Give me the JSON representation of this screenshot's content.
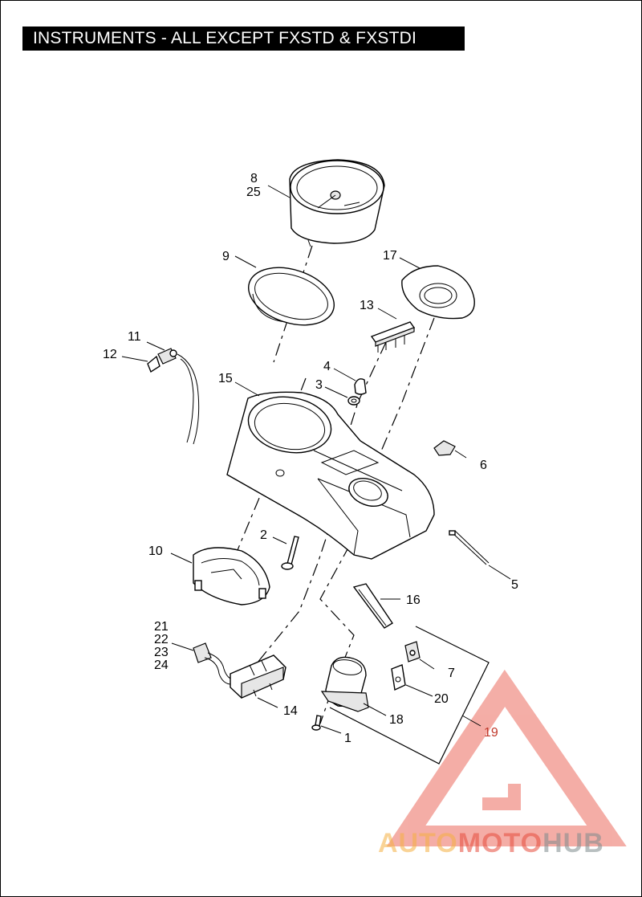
{
  "title": "INSTRUMENTS - ALL EXCEPT FXSTD & FXSTDI",
  "callouts": {
    "c1": "1",
    "c2": "2",
    "c3": "3",
    "c4": "4",
    "c5": "5",
    "c6": "6",
    "c7": "7",
    "c8": "8",
    "c25": "25",
    "c9": "9",
    "c10": "10",
    "c11": "11",
    "c12": "12",
    "c13": "13",
    "c14": "14",
    "c15": "15",
    "c16": "16",
    "c17": "17",
    "c18": "18",
    "c19": "19",
    "c20": "20",
    "c21": "21",
    "c22": "22",
    "c23": "23",
    "c24": "24"
  },
  "watermark": {
    "part1": "AUTO",
    "part2": "MOTO",
    "part3": "HUB",
    "color1": "#f5b041",
    "color2": "#e74c3c",
    "color3": "#7f8c8d",
    "logo_color": "#e74c3c",
    "logo_icon": "triangle-a-logo-icon"
  }
}
